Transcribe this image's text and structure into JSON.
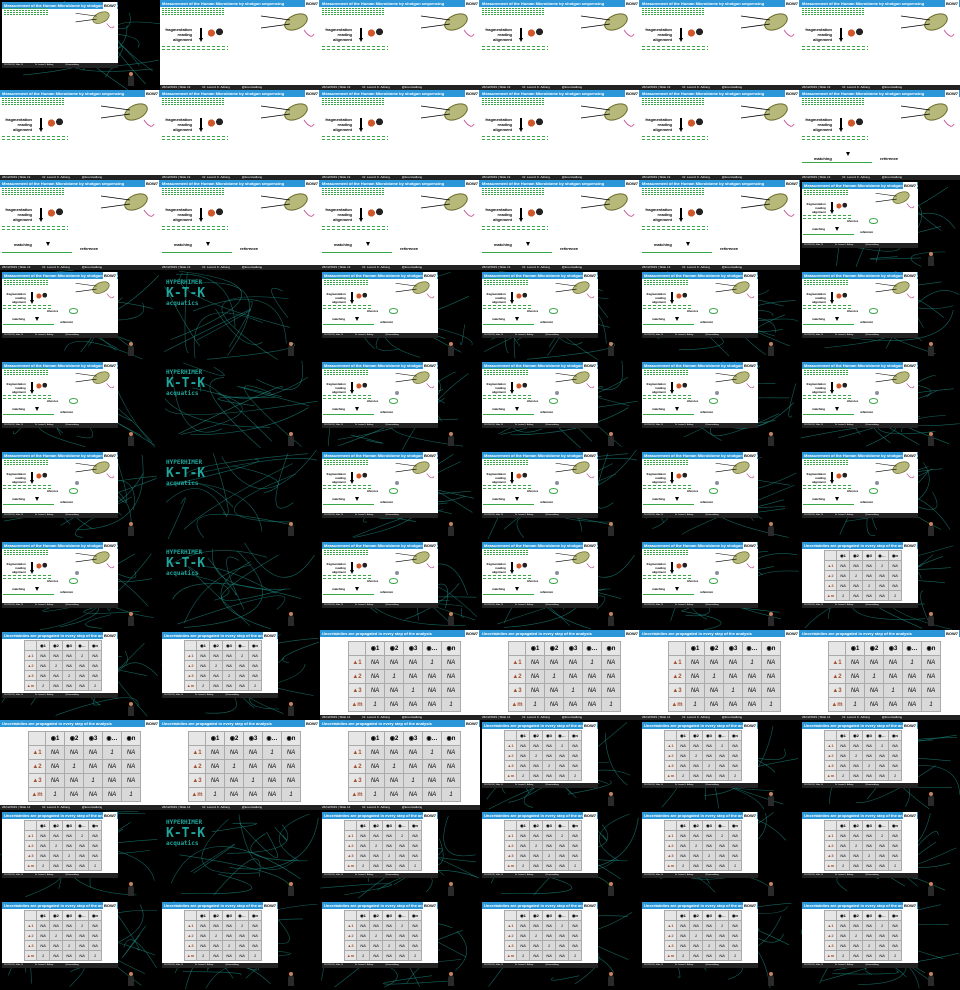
{
  "grid": {
    "columns": 6,
    "rows": 11
  },
  "slide_text": {
    "title_shotgun": "Measurement of the Human Microbiome by shotgun sequencing",
    "title_uncertain": "Uncertainties are propagated in every step of the analysis",
    "logo": "BOW7",
    "footer_date": "26/12/2019 | Slide 13",
    "footer_date_14": "26/12/2019 | Slide 14",
    "footer_author": "Dr. Lorenz K. Adlung",
    "footer_handle": "@lorenzadlung",
    "fragmentation": "fragmentation",
    "reading": "reading",
    "alignment": "alignment",
    "matching": "matching",
    "reference": "reference",
    "inference": "inference"
  },
  "banner": {
    "line1": "HYPERHIMER",
    "line2": "K-T-K",
    "line3": "acquatics"
  },
  "matrix": {
    "col_headers": [
      "1",
      "2",
      "3",
      "…",
      "n"
    ],
    "row_headers": [
      "1",
      "2",
      "3",
      "m"
    ],
    "rows": [
      [
        "NA",
        "NA",
        "NA",
        "1",
        "NA"
      ],
      [
        "NA",
        "1",
        "NA",
        "NA",
        "NA"
      ],
      [
        "NA",
        "NA",
        "1",
        "NA",
        "NA"
      ],
      [
        "1",
        "NA",
        "NA",
        "NA",
        "1"
      ]
    ]
  },
  "tiles": [
    {
      "v": "shotgun",
      "mode": "small",
      "stage": 0
    },
    {
      "v": "shotgun",
      "mode": "full",
      "stage": 1
    },
    {
      "v": "shotgun",
      "mode": "full",
      "stage": 1
    },
    {
      "v": "shotgun",
      "mode": "full",
      "stage": 1
    },
    {
      "v": "shotgun",
      "mode": "full",
      "stage": 1
    },
    {
      "v": "shotgun",
      "mode": "full",
      "stage": 1
    },
    {
      "v": "shotgun",
      "mode": "full",
      "stage": 1
    },
    {
      "v": "shotgun",
      "mode": "full",
      "stage": 1
    },
    {
      "v": "shotgun",
      "mode": "full",
      "stage": 1
    },
    {
      "v": "shotgun",
      "mode": "full",
      "stage": 1
    },
    {
      "v": "shotgun",
      "mode": "full",
      "stage": 1
    },
    {
      "v": "shotgun",
      "mode": "full",
      "stage": 2
    },
    {
      "v": "shotgun",
      "mode": "full",
      "stage": 3
    },
    {
      "v": "shotgun",
      "mode": "full",
      "stage": 3
    },
    {
      "v": "shotgun",
      "mode": "full",
      "stage": 3
    },
    {
      "v": "shotgun",
      "mode": "full",
      "stage": 3
    },
    {
      "v": "shotgun",
      "mode": "full",
      "stage": 3
    },
    {
      "v": "shotgun",
      "mode": "small",
      "stage": 4
    },
    {
      "v": "shotgun",
      "mode": "small",
      "stage": 4
    },
    {
      "v": "banner"
    },
    {
      "v": "shotgun",
      "mode": "small",
      "stage": 4
    },
    {
      "v": "shotgun",
      "mode": "small",
      "stage": 4
    },
    {
      "v": "shotgun",
      "mode": "small",
      "stage": 4
    },
    {
      "v": "shotgun",
      "mode": "small",
      "stage": 4
    },
    {
      "v": "shotgun",
      "mode": "small",
      "stage": 4
    },
    {
      "v": "banner"
    },
    {
      "v": "shotgun",
      "mode": "small",
      "stage": 5
    },
    {
      "v": "shotgun",
      "mode": "small",
      "stage": 5
    },
    {
      "v": "shotgun",
      "mode": "small",
      "stage": 5
    },
    {
      "v": "shotgun",
      "mode": "small",
      "stage": 5
    },
    {
      "v": "shotgun",
      "mode": "small",
      "stage": 5
    },
    {
      "v": "banner"
    },
    {
      "v": "shotgun",
      "mode": "small",
      "stage": 5
    },
    {
      "v": "shotgun",
      "mode": "small",
      "stage": 5
    },
    {
      "v": "shotgun",
      "mode": "small",
      "stage": 5
    },
    {
      "v": "shotgun",
      "mode": "small",
      "stage": 5
    },
    {
      "v": "shotgun",
      "mode": "small",
      "stage": 5
    },
    {
      "v": "banner"
    },
    {
      "v": "shotgun",
      "mode": "small",
      "stage": 5
    },
    {
      "v": "shotgun",
      "mode": "small",
      "stage": 5
    },
    {
      "v": "shotgun",
      "mode": "small",
      "stage": 5
    },
    {
      "v": "matrix",
      "mode": "small"
    },
    {
      "v": "matrix",
      "mode": "small"
    },
    {
      "v": "matrix",
      "mode": "small"
    },
    {
      "v": "matrix",
      "mode": "full"
    },
    {
      "v": "matrix",
      "mode": "full"
    },
    {
      "v": "matrix",
      "mode": "full"
    },
    {
      "v": "matrix",
      "mode": "full"
    },
    {
      "v": "matrix",
      "mode": "full"
    },
    {
      "v": "matrix",
      "mode": "full"
    },
    {
      "v": "matrix",
      "mode": "full"
    },
    {
      "v": "matrix",
      "mode": "small"
    },
    {
      "v": "matrix",
      "mode": "small"
    },
    {
      "v": "matrix",
      "mode": "small"
    },
    {
      "v": "matrix",
      "mode": "small"
    },
    {
      "v": "banner"
    },
    {
      "v": "matrix",
      "mode": "small"
    },
    {
      "v": "matrix",
      "mode": "small"
    },
    {
      "v": "matrix",
      "mode": "small"
    },
    {
      "v": "matrix",
      "mode": "small"
    },
    {
      "v": "matrix",
      "mode": "small"
    },
    {
      "v": "matrix",
      "mode": "small"
    },
    {
      "v": "matrix",
      "mode": "small"
    },
    {
      "v": "matrix",
      "mode": "small"
    },
    {
      "v": "matrix",
      "mode": "small"
    },
    {
      "v": "matrix",
      "mode": "small"
    }
  ],
  "colors": {
    "header": "#2b97d9",
    "dna": "#3aa64a",
    "network": "#1d8f86",
    "cell_fill": "#d9d9d9"
  }
}
